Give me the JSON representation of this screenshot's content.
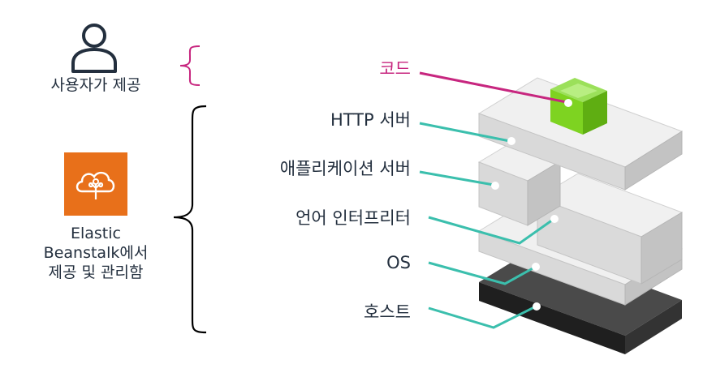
{
  "user": {
    "caption": "사용자가 제공"
  },
  "managed": {
    "product": "Elastic",
    "product2": "Beanstalk에서",
    "caption": "제공 및 관리함"
  },
  "layers": [
    {
      "label": "코드",
      "color": "#c7267f"
    },
    {
      "label": "HTTP 서버",
      "color": "#232f3e"
    },
    {
      "label": "애플리케이션 서버",
      "color": "#232f3e"
    },
    {
      "label": "언어 인터프리터",
      "color": "#232f3e"
    },
    {
      "label": "OS",
      "color": "#232f3e"
    },
    {
      "label": "호스트",
      "color": "#232f3e"
    }
  ],
  "colors": {
    "code_line": "#c7267f",
    "teal_line": "#3bbfad",
    "brace_magenta": "#c7267f",
    "brace_black": "#000000",
    "aws_orange": "#e8701a",
    "cube_green": "#7ed321"
  },
  "icons": {
    "user": "user-icon",
    "beanstalk": "elastic-beanstalk-icon"
  }
}
